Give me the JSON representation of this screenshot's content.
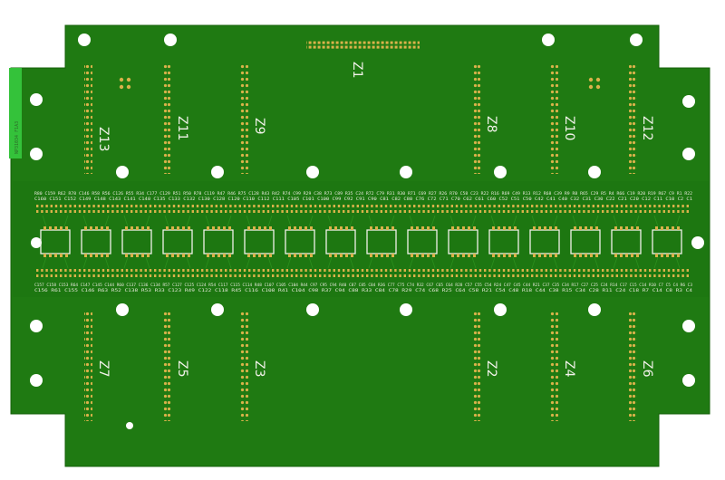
{
  "board": {
    "colors": {
      "background": "#ffffff",
      "solder_mask": "#1f7a12",
      "solder_mask_dark": "#186a0d",
      "gold_pad": "#d9b24a",
      "silkscreen": "#f2f2ea",
      "edge_stripe": "#34c23a"
    },
    "edge_stripe_text": "NP31034 F1A3",
    "top_labels": [
      "Z13",
      "Z11",
      "Z9",
      "Z1",
      "Z8",
      "Z10",
      "Z12"
    ],
    "bottom_labels": [
      "Z7",
      "Z5",
      "Z3",
      "Z2",
      "Z4",
      "Z6"
    ],
    "top_silk_row1": "R80 C159 R62 R78 C146 R58 R56 C126 R55 R34 C177 C129 R51 R50 R78 C119 R47 R46 R75 C128 R43 R42 R74 C99 R29 C38 R73 C89 R35 C24 R72 C79 R31 R30 R71 C69 R27 R26 R70 C58 C23 R22 R16 R69 C49 R13 R12 R68 C39 R9 R8 R65 C29 R5 R4 R66 C19 R20 R19 R67 C9 R1 R22",
    "top_silk_row2": "C160 C151 C152 C149 C148 C143 C141 C140 C135 C133 C132 C130 C128 C120 C110 C112 C111 C105 C101 C100 C99 C92 C91 C90 C81 C82 C80 C76 C72 C71 C70 C62 C61 C60 C52 C51 C50 C42 C41 C40 C32 C31 C30 C22 C21 C20 C12 C11 C10 C2 C1",
    "bottom_silk_row1": "C157 C158 C153 R64 C147 C145 C144 R60 C137 C136 C134 R57 C127 C125 C124 R54 C117 C115 C114 R48 C107 C105 C104 R44 C97 C95 C94 R40 C87 C85 C84 R36 C77 C75 C74 R32 C67 C65 C64 R28 C57 C55 C54 R24 C47 C45 C44 R21 C37 C35 C34 R17 C27 C25 C24 R14 C17 C15 C14 R10 C7 C5 C4 R6 C3",
    "bottom_silk_row2": "C156 R61 C155 C146 R63 R52 C138 R53 R33 C123 R49 C122 C118 R45 C116 C108 R41 C104 C98 R37 C94 C88 R33 C84 C78 R29 C74 C68 R25 C64 C58 R21 C54 C48 R18 C44 C38 R15 C34 C28 R11 C24 C18 R7 C14 C8 R3 C4"
  }
}
